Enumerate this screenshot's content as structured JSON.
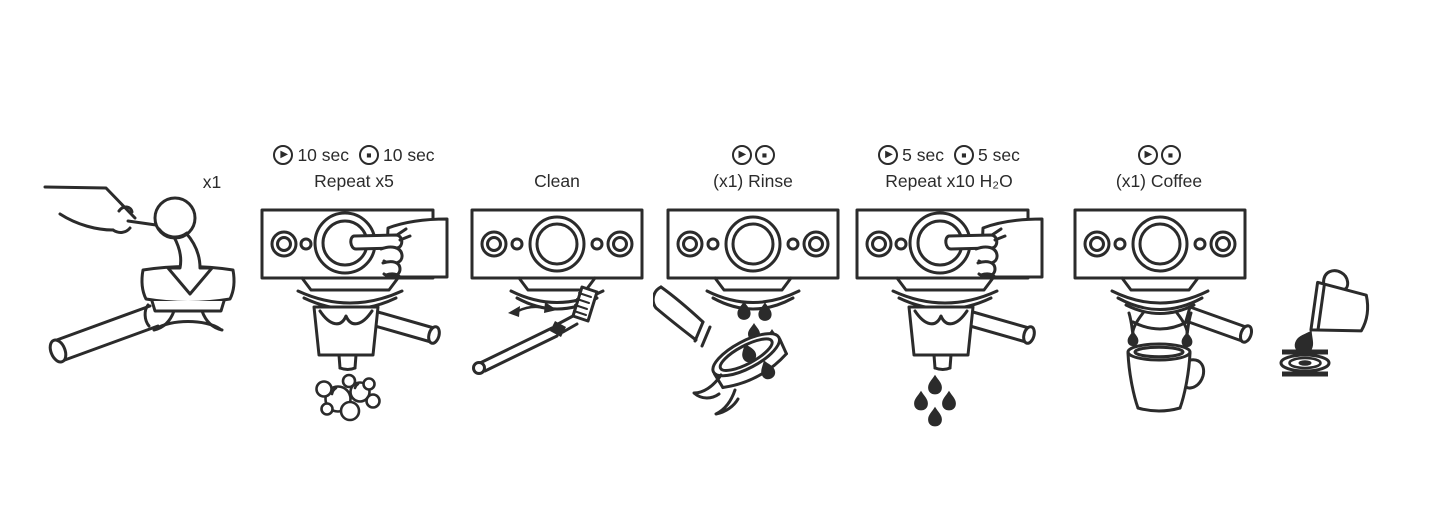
{
  "colors": {
    "ink": "#2b2b2b",
    "background": "#ffffff"
  },
  "icons": {
    "play": "▶",
    "stop": "■"
  },
  "steps": {
    "insert_tablet": {
      "count": "x1"
    },
    "run_cleaning_cycle": {
      "play_duration": "10 sec",
      "stop_duration": "10 sec",
      "label": "Repeat x5"
    },
    "clean_group_head": {
      "label": "Clean"
    },
    "rinse_portafilter": {
      "label": "(x1) Rinse"
    },
    "flush_water": {
      "play_duration": "5 sec",
      "stop_duration": "5 sec",
      "label": "Repeat x10 H₂O"
    },
    "brew_coffee": {
      "label": "(x1) Coffee"
    }
  }
}
